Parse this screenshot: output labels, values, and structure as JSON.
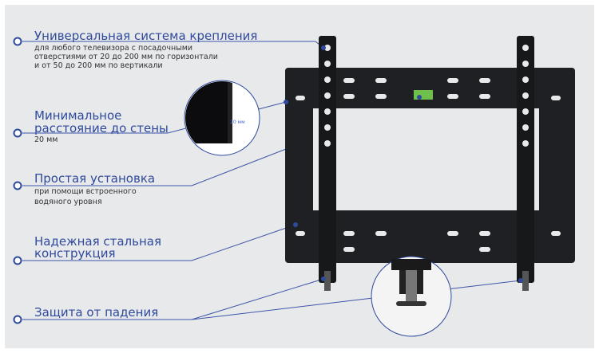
{
  "features": [
    {
      "title": "Универсальная система крепления",
      "desc": [
        "для любого телевизора с посадочными",
        "отверстиями от 20 до 200 мм по горизонтали",
        "и от 50 до 200 мм по вертикали"
      ]
    },
    {
      "title": [
        "Минимальное",
        "расстояние до стены"
      ],
      "desc": [
        "20 мм"
      ]
    },
    {
      "title": "Простая  установка",
      "desc": [
        "при помощи встроенного",
        "водяного уровня"
      ]
    },
    {
      "title": [
        "Надежная стальная",
        "конструкция"
      ],
      "desc": []
    },
    {
      "title": "Защита от падения",
      "desc": []
    }
  ],
  "inset_label": "20 мм",
  "colors": {
    "accent": "#2f4a9c",
    "background": "#e8e9eb",
    "bracket": "#1c1d20"
  }
}
